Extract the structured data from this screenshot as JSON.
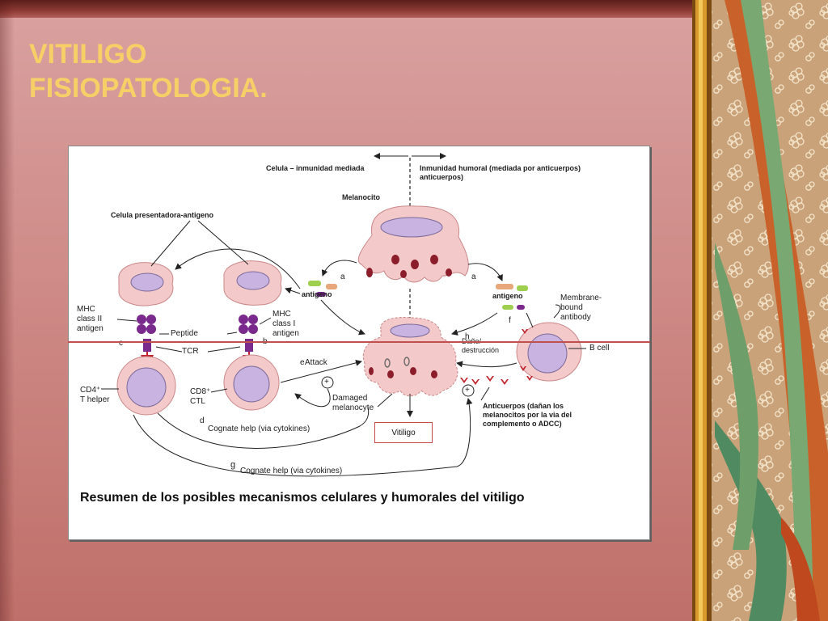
{
  "slide": {
    "title_line1": "VITILIGO",
    "title_line2": "FISIOPATOLOGIA."
  },
  "figure": {
    "header_left": "Celula – inmunidad mediada",
    "header_right": "Inmunidad humoral (mediada por anticuerpos)\nanticuerpos)",
    "melanocito": "Melanocito",
    "apc": "Celula presentadora-antigeno",
    "mhc2": "MHC\nclass II\nantigen",
    "peptide": "Peptide",
    "tcr": "TCR",
    "mhc1": "MHC\nclass I\nantigen",
    "antigeno_left": "antigeno",
    "antigeno_right": "antigeno",
    "membrane": "Membrane-\nbound\nantibody",
    "bcell": "B cell",
    "cd4": "CD4⁺\nT helper",
    "cd8": "CD8⁺\nCTL",
    "attack": "Attack",
    "damaged": "Damaged\nmelanocyte",
    "dano": "Daño/\ndestrucción",
    "anticuerpos": "Anticuerpos (dañan los\nmelanocitos por la via del\ncomplemento o ADCC)",
    "cognate_d": "Cognate help (via cytokines)",
    "cognate_g": "Cognate help (via cytokines)",
    "vitiligo": "Vitiligo",
    "caption": "Resumen de los posibles mecanismos celulares y humorales del vitiligo",
    "letters": {
      "a1": "a",
      "a2": "a",
      "b": "b",
      "c": "c",
      "d": "d",
      "e": "e",
      "f": "f",
      "g": "g",
      "h": "h"
    },
    "plus": "+"
  },
  "colors": {
    "title": "#f6d067",
    "cell_fill": "#f7cfcf",
    "nucleus": "#c9b3e0",
    "granule": "#8c1d2b",
    "receptor": "#7a2a8c",
    "antibody": "#c0232b"
  },
  "decor": {
    "frame_pattern": "flower-pattern",
    "feathers": "feather-decoration"
  }
}
